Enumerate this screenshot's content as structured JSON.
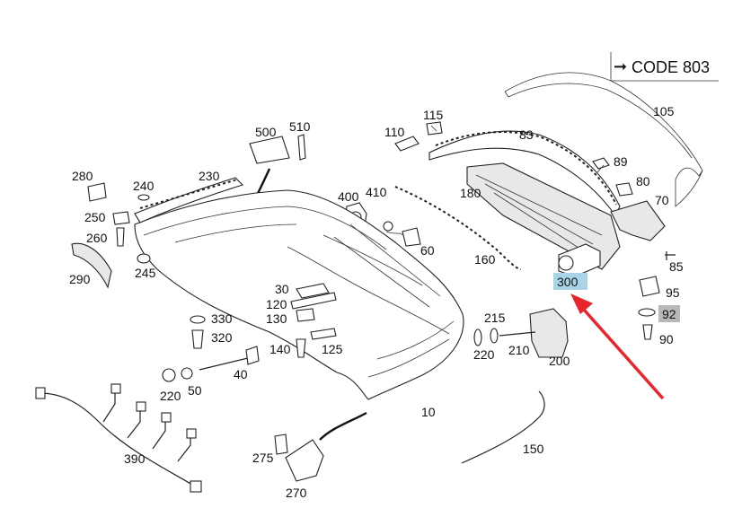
{
  "code_box": {
    "arrow": "➞",
    "text": "CODE 803"
  },
  "labels": {
    "l105": "105",
    "l83": "83",
    "l89": "89",
    "l80": "80",
    "l70": "70",
    "l110": "110",
    "l115": "115",
    "l180": "180",
    "l85": "85",
    "l95": "95",
    "l92": "92",
    "l90": "90",
    "l300": "300",
    "l500": "500",
    "l510": "510",
    "l400": "400",
    "l410": "410",
    "l280": "280",
    "l240": "240",
    "l230": "230",
    "l250": "250",
    "l260": "260",
    "l245": "245",
    "l290": "290",
    "l60": "60",
    "l160": "160",
    "l30": "30",
    "l120": "120",
    "l130": "130",
    "l330": "330",
    "l320": "320",
    "l140": "140",
    "l125": "125",
    "l215": "215",
    "l220a": "220",
    "l210": "210",
    "l200": "200",
    "l220b": "220",
    "l50": "50",
    "l40": "40",
    "l10": "10",
    "l390": "390",
    "l275": "275",
    "l270": "270",
    "l150": "150"
  },
  "highlights": {
    "l300_bg": "#a9d4e8",
    "l92_bg": "#b8b8b8"
  },
  "colors": {
    "callout_arrow": "#e8252a",
    "line": "#222222"
  }
}
